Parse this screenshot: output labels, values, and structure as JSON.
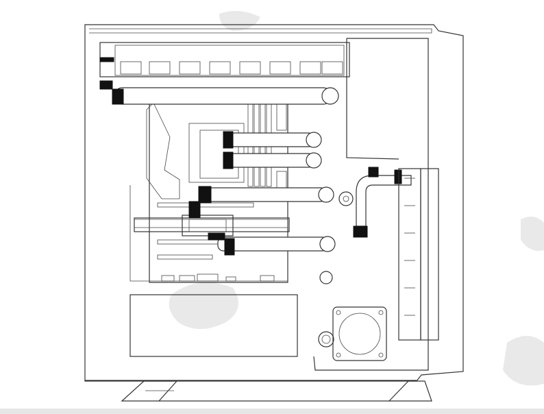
{
  "diagram": {
    "subject": "pc-case-side-view-line-drawing",
    "colors": {
      "line": "#333333",
      "fitting": "#111111",
      "background": "#ffffff",
      "watermark": "#e9e9e9"
    },
    "components": [
      "chassis",
      "top-radiator-fans",
      "motherboard",
      "cpu-block",
      "gpu-block",
      "hard-tubes",
      "side-radiator",
      "reservoir-pump",
      "pump-fan-panel",
      "case-feet"
    ]
  }
}
